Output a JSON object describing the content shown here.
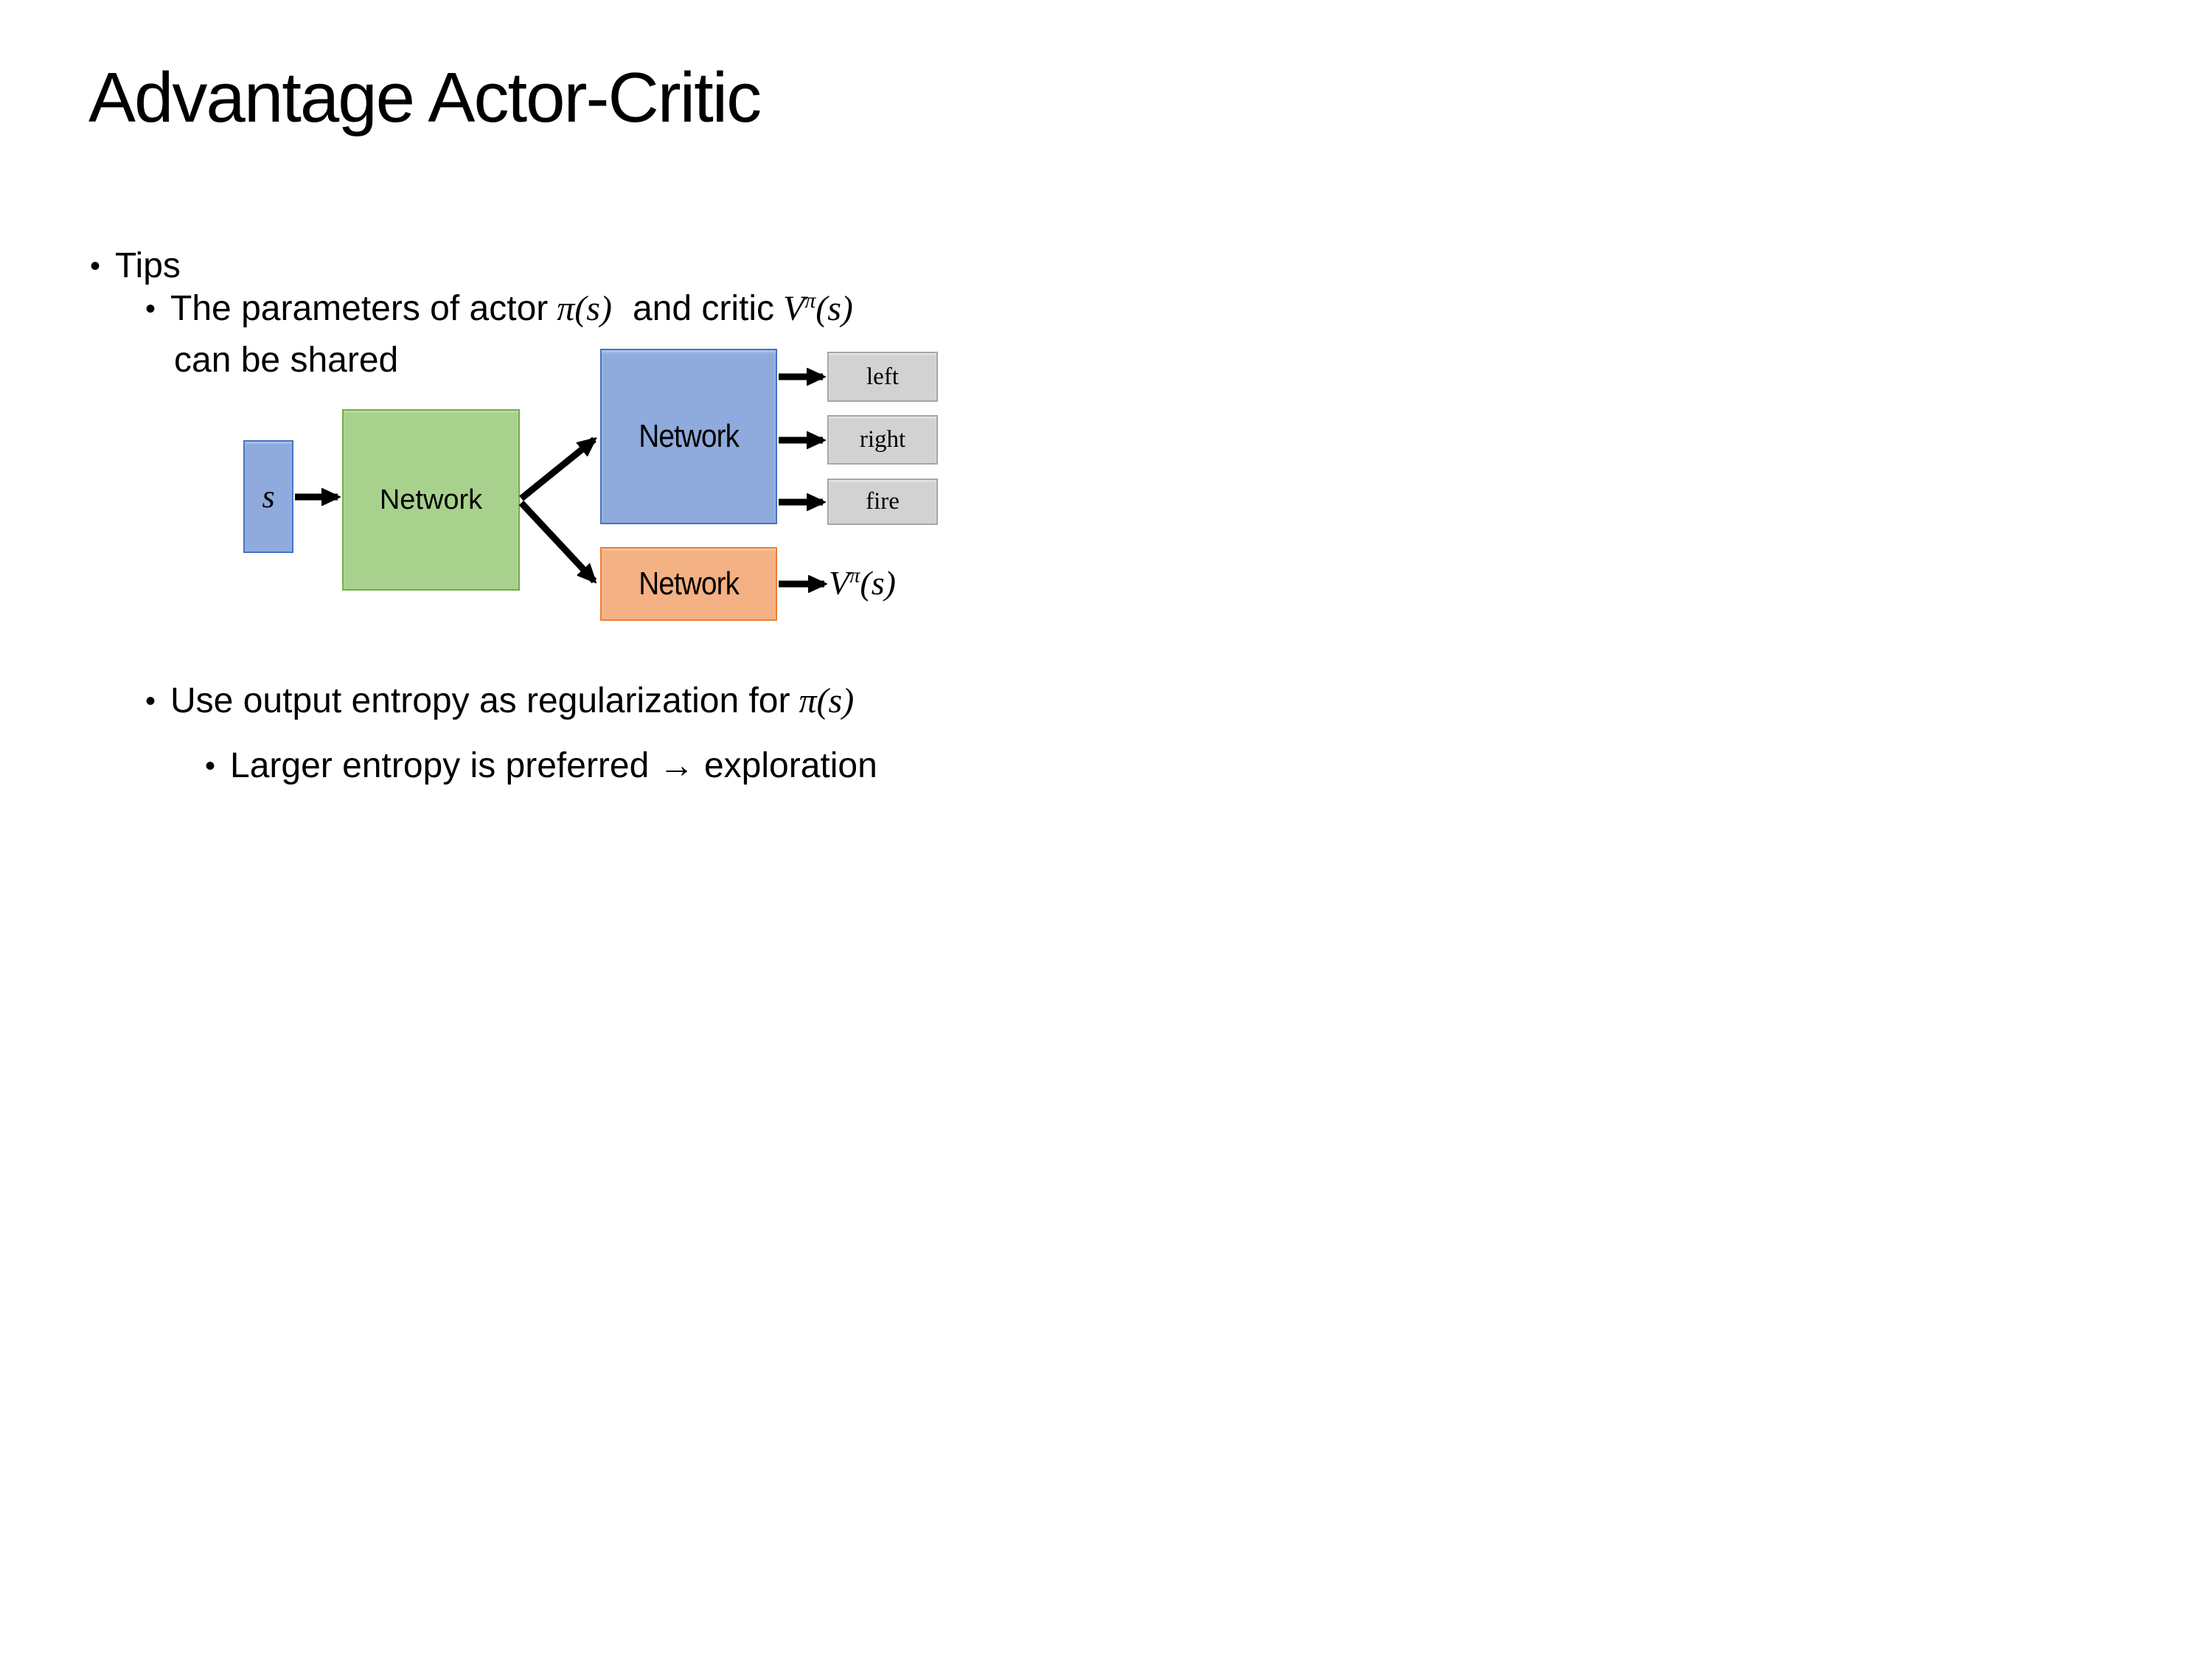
{
  "title": "Advantage Actor-Critic",
  "bullet_char": "•",
  "bullets": {
    "tips": "Tips",
    "shared": {
      "pre": "The parameters of actor",
      "actor_math": "π(s)",
      "mid": "and critic",
      "critic_base": "V",
      "critic_sup": "π",
      "critic_args": "(s)",
      "line2": "can be shared"
    },
    "entropy": {
      "pre": "Use output entropy as regularization for",
      "math": "π(s)"
    },
    "exploration": "Larger entropy is preferred → exploration"
  },
  "diagram": {
    "input_label": "s",
    "shared_network_label": "Network",
    "actor_network_label": "Network",
    "critic_network_label": "Network",
    "actions": [
      "left",
      "right",
      "fire"
    ],
    "critic_output_base": "V",
    "critic_output_sup": "π",
    "critic_output_args": "(s)",
    "colors": {
      "input_fill": "#8faadc",
      "input_border": "#4472c4",
      "shared_fill": "#a9d18e",
      "shared_border": "#70ad47",
      "actor_fill": "#8faadc",
      "actor_border": "#4472c4",
      "critic_fill": "#f4b183",
      "critic_border": "#ed7d31",
      "action_fill": "#d2d2d2",
      "action_border": "#a6a6a6",
      "arrow": "#000000",
      "text": "#000000",
      "background": "#ffffff"
    }
  }
}
